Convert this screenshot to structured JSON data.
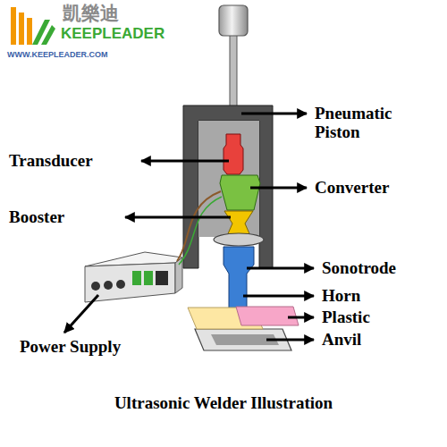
{
  "diagram": {
    "caption": "Ultrasonic Welder Illustration",
    "labels": [
      "凱樂迪",
      "KEEPLEADER",
      "WWW.KEEPLEADER.COM",
      "Pneumatic Piston",
      "Transducer",
      "Converter",
      "Booster",
      "Sonotrode",
      "Horn",
      "Plastic",
      "Anvil",
      "Power Supply"
    ]
  }
}
